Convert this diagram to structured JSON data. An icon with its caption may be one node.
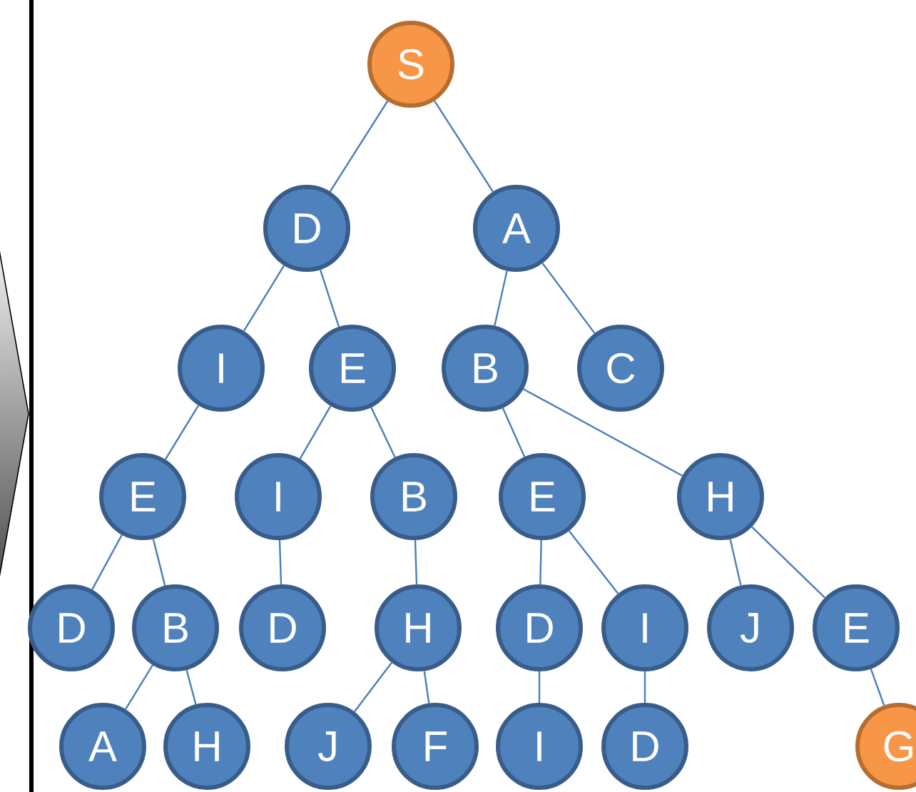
{
  "diagram": {
    "nodes": [
      {
        "text": [
          "S"
        ]
      },
      {
        "text": [
          "D"
        ]
      },
      {
        "text": [
          "A"
        ]
      },
      {
        "text": [
          "I"
        ]
      },
      {
        "text": [
          "E"
        ]
      },
      {
        "text": [
          "B"
        ]
      },
      {
        "text": [
          "C"
        ]
      },
      {
        "text": [
          "E"
        ]
      },
      {
        "text": [
          "I"
        ]
      },
      {
        "text": [
          "B"
        ]
      },
      {
        "text": [
          "E"
        ]
      },
      {
        "text": [
          "H"
        ]
      },
      {
        "text": [
          "D"
        ]
      },
      {
        "text": [
          "B"
        ]
      },
      {
        "text": [
          "D"
        ]
      },
      {
        "text": [
          "H"
        ]
      },
      {
        "text": [
          "D"
        ]
      },
      {
        "text": [
          "I"
        ]
      },
      {
        "text": [
          "J"
        ]
      },
      {
        "text": [
          "E"
        ]
      },
      {
        "text": [
          "A"
        ]
      },
      {
        "text": [
          "H"
        ]
      },
      {
        "text": [
          "J"
        ]
      },
      {
        "text": [
          "F"
        ]
      },
      {
        "text": [
          "I"
        ]
      },
      {
        "text": [
          "D"
        ]
      },
      {
        "text": [
          "G"
        ]
      }
    ],
    "edges": [
      {
        "from": 0,
        "to": 1,
        "arrow": "none"
      },
      {
        "from": 0,
        "to": 2,
        "arrow": "none"
      },
      {
        "from": 1,
        "to": 3,
        "arrow": "none"
      },
      {
        "from": 1,
        "to": 4,
        "arrow": "none"
      },
      {
        "from": 2,
        "to": 5,
        "arrow": "none"
      },
      {
        "from": 2,
        "to": 6,
        "arrow": "none"
      },
      {
        "from": 3,
        "to": 7,
        "arrow": "none"
      },
      {
        "from": 4,
        "to": 8,
        "arrow": "none"
      },
      {
        "from": 4,
        "to": 9,
        "arrow": "none"
      },
      {
        "from": 5,
        "to": 10,
        "arrow": "none"
      },
      {
        "from": 5,
        "to": 11,
        "arrow": "none"
      },
      {
        "from": 7,
        "to": 12,
        "arrow": "none"
      },
      {
        "from": 7,
        "to": 13,
        "arrow": "none"
      },
      {
        "from": 8,
        "to": 14,
        "arrow": "none"
      },
      {
        "from": 9,
        "to": 15,
        "arrow": "none"
      },
      {
        "from": 10,
        "to": 16,
        "arrow": "none"
      },
      {
        "from": 10,
        "to": 17,
        "arrow": "none"
      },
      {
        "from": 11,
        "to": 18,
        "arrow": "none"
      },
      {
        "from": 11,
        "to": 19,
        "arrow": "none"
      },
      {
        "from": 13,
        "to": 20,
        "arrow": "none"
      },
      {
        "from": 13,
        "to": 21,
        "arrow": "none"
      },
      {
        "from": 15,
        "to": 22,
        "arrow": "none"
      },
      {
        "from": 15,
        "to": 23,
        "arrow": "none"
      },
      {
        "from": 16,
        "to": 24,
        "arrow": "none"
      },
      {
        "from": 17,
        "to": 25,
        "arrow": "none"
      },
      {
        "from": 19,
        "to": 26,
        "arrow": "none"
      }
    ]
  }
}
